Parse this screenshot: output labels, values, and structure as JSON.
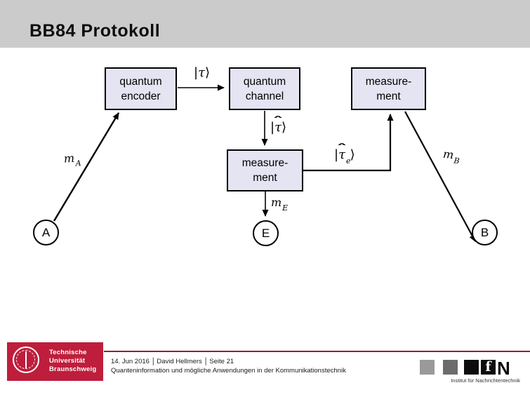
{
  "slide": {
    "title": "BB84 Protokoll"
  },
  "diagram": {
    "box_fill_color": "#e4e4f2",
    "boxes": [
      {
        "id": "quantum-encoder",
        "line1": "quantum",
        "line2": "encoder"
      },
      {
        "id": "quantum-channel",
        "line1": "quantum",
        "line2": "channel"
      },
      {
        "id": "measurement-bob",
        "line1": "measure-",
        "line2": "ment"
      },
      {
        "id": "measurement-eve",
        "line1": "measure-",
        "line2": "ment"
      }
    ],
    "nodes": {
      "alice": "A",
      "eve": "E",
      "bob": "B"
    },
    "labels": {
      "tau": {
        "pre": "|",
        "sym": "τ",
        "post": "⟩"
      },
      "tau_hat": {
        "pre": "|",
        "sym": "τ",
        "hat": "ˆ",
        "post": "⟩"
      },
      "tau_hat_e": {
        "pre": "|",
        "sym": "τ",
        "hat": "ˆ",
        "sub": "e",
        "post": "⟩"
      },
      "m_a": {
        "sym": "m",
        "sub": "A"
      },
      "m_e": {
        "sym": "m",
        "sub": "E"
      },
      "m_b": {
        "sym": "m",
        "sub": "B"
      }
    }
  },
  "footer": {
    "date": "14. Jun 2016",
    "author": "David Hellmers",
    "page": "Seite 21",
    "separator": "|",
    "subtitle": "Quanteninformation und mögliche Anwendungen in der Kommunikationstechnik",
    "university": {
      "line1": "Technische",
      "line2": "Universität",
      "line3": "Braunschweig"
    },
    "institute": {
      "f": "f",
      "n": "N",
      "name": "Institut für Nachrichtentechnik"
    },
    "colors": {
      "tu_red": "#be1e3c",
      "rule_red": "#9e1b33",
      "header_gray": "#cbcbcb"
    }
  }
}
